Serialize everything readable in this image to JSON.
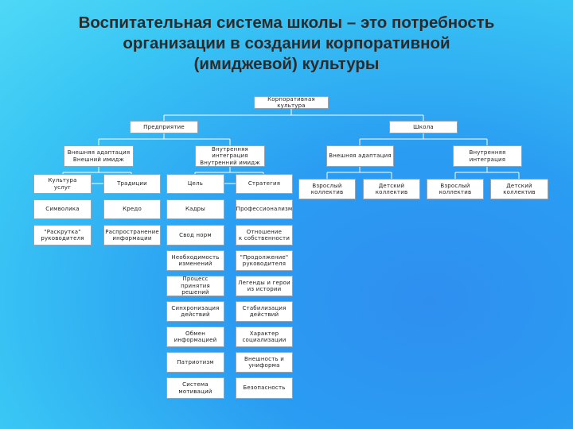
{
  "title": {
    "line1": "Воспитательная система школы – это потребность",
    "line2": "организации в создании корпоративной",
    "line3": "(имиджевой) культуры"
  },
  "nodes": {
    "root": "Корпоративная культура",
    "enterprise": "Предприятие",
    "school": "Школа",
    "ent_ext": "Внешняя адаптация\nВнешний имидж",
    "ent_int": "Внутренняя интеграция\nВнутренний имидж",
    "school_ext": "Внешняя адаптация",
    "school_int": "Внутренняя интеграция",
    "culture_services": "Культура\nуслуг",
    "traditions": "Традиции",
    "symbols": "Символика",
    "credo": "Кредо",
    "promotion_head": "\"Раскрутка\"\nруководителя",
    "info_spread": "Распространение\nинформации",
    "goal": "Цель",
    "strategy": "Стратегия",
    "staff": "Кадры",
    "professionalism": "Профессионализм",
    "norms": "Свод норм",
    "property_attitude": "Отношение\nк собственности",
    "need_change": "Необходимость\nизменений",
    "continuation_head": "\"Продолжение\"\nруководителя",
    "decision_process": "Процесс\nпринятия решений",
    "legends_heroes": "Легенды и герои\nиз истории",
    "sync_actions": "Синхронизация\nдействий",
    "stabilize_actions": "Стабилизация\nдействий",
    "info_exchange": "Обмен\nинформацией",
    "social_character": "Характер\nсоциализации",
    "patriotism": "Патриотизм",
    "appearance_uniform": "Внешность и\nуниформа",
    "motivation_system": "Система\nмотиваций",
    "safety": "Безопасность",
    "adult_team_1": "Взрослый\nколлектив",
    "child_team_1": "Детский\nколлектив",
    "adult_team_2": "Взрослый\nколлектив",
    "child_team_2": "Детский\nколлектив"
  }
}
